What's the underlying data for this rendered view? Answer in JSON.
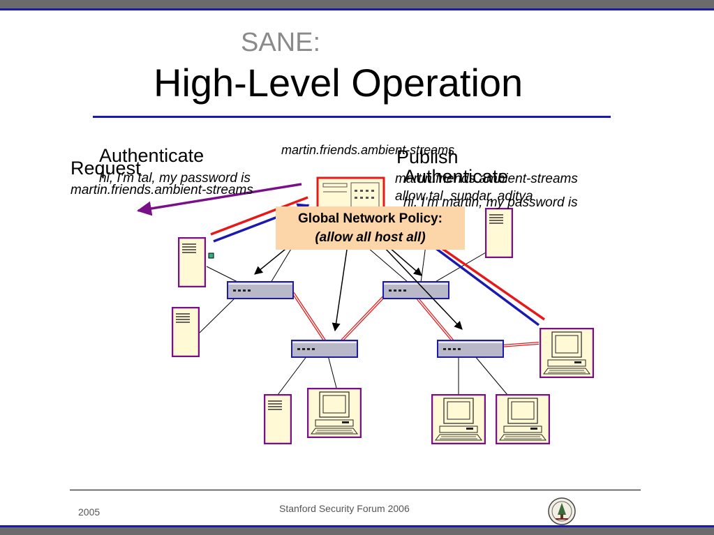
{
  "slide": {
    "title_line1": "SANE:",
    "title_line2": "High-Level Operation"
  },
  "labels": {
    "authenticate_left": "Authenticate",
    "request": "Request",
    "hi_tal": "hi, I'm tal, my password is",
    "request_target": "martin.friends.ambient-streams",
    "top_service": "martin.friends.ambient-streams",
    "publish": "Publish",
    "authenticate_right": "Authenticate",
    "publish_service": "martin.friends.ambient-streams",
    "allow_list": "allow tal, sundar, aditya",
    "hi_martin": "hi, I'm martin, my password is"
  },
  "policy": {
    "line1": "Global Network Policy:",
    "line2": "(allow all host all)"
  },
  "footer": {
    "year": "2005",
    "forum": "Stanford Security Forum 2006"
  },
  "colors": {
    "accent_blue": "#1a1ab0",
    "red": "#e81818",
    "purple": "#7a0f8a",
    "server": "#fff9d6",
    "policy_bg": "#fcd5a8"
  }
}
